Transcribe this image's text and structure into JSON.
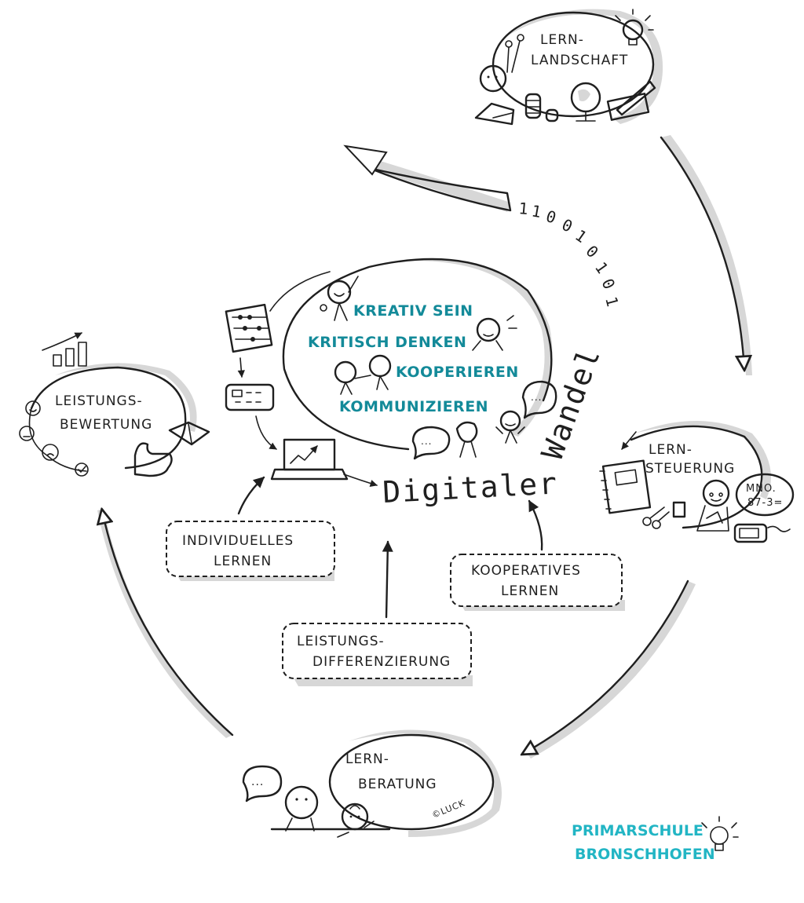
{
  "nodes": {
    "lernlandschaft": [
      "LERN-",
      "LANDSCHAFT"
    ],
    "lernsteuerung": [
      "LERN-",
      "STEUERUNG"
    ],
    "lernberatung": [
      "LERN-",
      "BERATUNG"
    ],
    "leistungsbewertung": [
      "LEISTUNGS-",
      "BEWERTUNG"
    ]
  },
  "center": {
    "title": "Digitaler",
    "title2": "Wandel",
    "skills": [
      "KREATIV SEIN",
      "KRITISCH DENKEN",
      "KOOPERIEREN",
      "KOMMUNIZIEREN"
    ]
  },
  "binary": "110010101",
  "boxes": {
    "individuelles": [
      "INDIVIDUELLES",
      "LERNEN"
    ],
    "kooperatives": [
      "KOOPERATIVES",
      "LERNEN"
    ],
    "differenzierung": [
      "LEISTUNGS-",
      "DIFFERENZIERUNG"
    ]
  },
  "calc_bubble": [
    "MNO.",
    "87-3="
  ],
  "signature": "©LUCK",
  "brand": [
    "PRIMARSCHULE",
    "BRONSCHHOFEN"
  ],
  "colors": {
    "ink": "#1f1f1f",
    "teal": "#138a99",
    "brand": "#22b5c4",
    "shade": "#d7d7d7"
  },
  "icons": [
    "lightbulb-icon",
    "book-icon",
    "globe-icon",
    "pencil-icon",
    "abacus-icon",
    "calculator-icon",
    "laptop-icon",
    "speech-bubble-icon",
    "notebook-icon",
    "tablet-icon",
    "thumbs-up-icon",
    "smiley-icon",
    "bar-chart-icon"
  ]
}
